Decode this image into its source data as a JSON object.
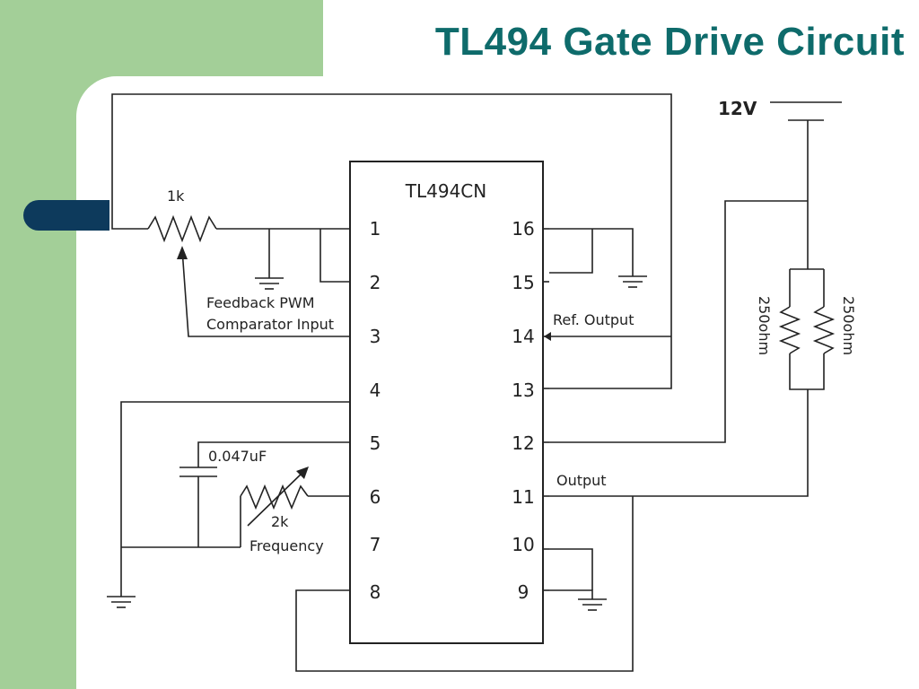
{
  "slide": {
    "title": "TL494 Gate Drive Circuit"
  },
  "colors": {
    "green_band": "#a3cf98",
    "navy_bullet": "#0d3a5c",
    "title_teal": "#0e6b6b",
    "wire": "#222222"
  },
  "diagram": {
    "ic_name": "TL494CN",
    "pins_left": [
      "1",
      "2",
      "3",
      "4",
      "5",
      "6",
      "7",
      "8"
    ],
    "pins_right": [
      "16",
      "15",
      "14",
      "13",
      "12",
      "11",
      "10",
      "9"
    ],
    "supply_label": "12V",
    "pot_label": "1k",
    "feedback_label_1": "Feedback PWM",
    "feedback_label_2": "Comparator Input",
    "ref_output_label": "Ref. Output",
    "output_label": "Output",
    "capacitor_label": "0.047uF",
    "var_resistor_value": "2k",
    "var_resistor_label": "Frequency",
    "resistor_left_label": "250ohm",
    "resistor_right_label": "250ohm"
  }
}
